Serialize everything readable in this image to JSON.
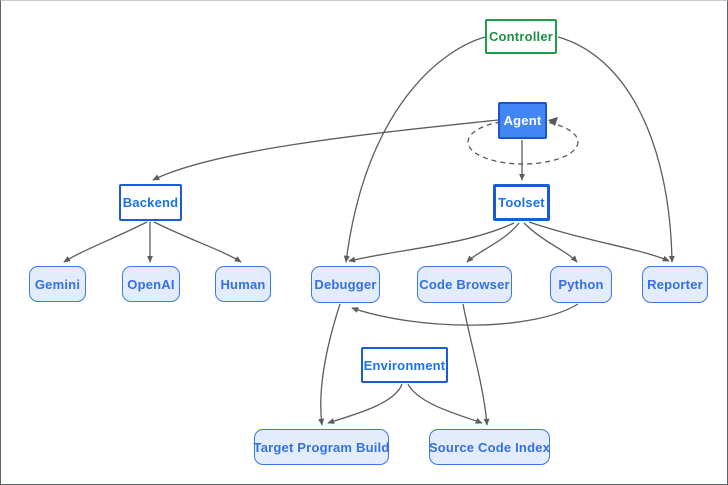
{
  "diagram": {
    "nodes": {
      "controller": {
        "label": "Controller"
      },
      "agent": {
        "label": "Agent"
      },
      "backend": {
        "label": "Backend"
      },
      "toolset": {
        "label": "Toolset"
      },
      "environment": {
        "label": "Environment"
      },
      "gemini": {
        "label": "Gemini"
      },
      "openai": {
        "label": "OpenAI"
      },
      "human": {
        "label": "Human"
      },
      "debugger": {
        "label": "Debugger"
      },
      "code_browser": {
        "label": "Code Browser"
      },
      "python": {
        "label": "Python"
      },
      "reporter": {
        "label": "Reporter"
      },
      "target_program_build": {
        "label": "Target Program Build"
      },
      "source_code_index": {
        "label": "Source Code Index"
      }
    },
    "edges": [
      {
        "from": "controller",
        "to": "debugger",
        "style": "solid"
      },
      {
        "from": "controller",
        "to": "reporter",
        "style": "solid"
      },
      {
        "from": "agent",
        "to": "backend",
        "style": "solid"
      },
      {
        "from": "agent",
        "to": "toolset",
        "style": "solid"
      },
      {
        "from": "agent",
        "to": "agent",
        "style": "dashed-self-loop"
      },
      {
        "from": "backend",
        "to": "gemini",
        "style": "solid"
      },
      {
        "from": "backend",
        "to": "openai",
        "style": "solid"
      },
      {
        "from": "backend",
        "to": "human",
        "style": "solid"
      },
      {
        "from": "toolset",
        "to": "debugger",
        "style": "solid"
      },
      {
        "from": "toolset",
        "to": "code_browser",
        "style": "solid"
      },
      {
        "from": "toolset",
        "to": "python",
        "style": "solid"
      },
      {
        "from": "toolset",
        "to": "reporter",
        "style": "solid"
      },
      {
        "from": "python",
        "to": "debugger",
        "style": "solid"
      },
      {
        "from": "debugger",
        "to": "target_program_build",
        "style": "solid"
      },
      {
        "from": "code_browser",
        "to": "source_code_index",
        "style": "solid"
      },
      {
        "from": "environment",
        "to": "target_program_build",
        "style": "solid"
      },
      {
        "from": "environment",
        "to": "source_code_index",
        "style": "solid"
      }
    ],
    "colors": {
      "controller_green": "#1e9e4a",
      "category_border_blue": "#1a5cd8",
      "category_text_blue": "#1a73e8",
      "agent_fill_blue": "#4285f4",
      "leaf_fill": "#e3ecfc",
      "leaf_blue": "#3b78e8",
      "edge_gray": "#5a5d61"
    }
  }
}
